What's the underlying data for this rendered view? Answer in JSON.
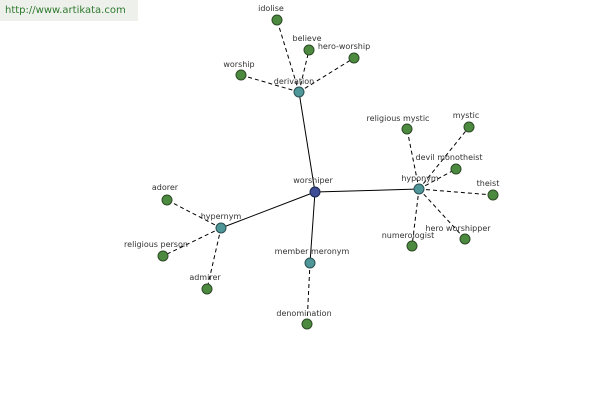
{
  "banner": {
    "url": "http://www.artikata.com"
  },
  "graph": {
    "root": "worshiper",
    "relations": {
      "derivation": "derivation",
      "hyponym": "hyponym",
      "hypernym": "hypernym",
      "member_meronym": "member meronym"
    },
    "terms": {
      "idolise": "idolise",
      "believe": "believe",
      "hero_worship": "hero-worship",
      "worship": "worship",
      "religious_mystic": "religious mystic",
      "mystic": "mystic",
      "devil_monotheist": "devil monotheist",
      "theist": "theist",
      "numerologist": "numerologist",
      "hero_worshipper": "hero worshipper",
      "adorer": "adorer",
      "religious_person": "religious person",
      "admirer": "admirer",
      "denomination": "denomination"
    }
  },
  "colors": {
    "leaf_node": "#4c8a40",
    "relation_node": "#4f9699",
    "root_node": "#3e4e96",
    "banner_text": "#2e7a2e",
    "banner_background": "#eef0ec"
  }
}
